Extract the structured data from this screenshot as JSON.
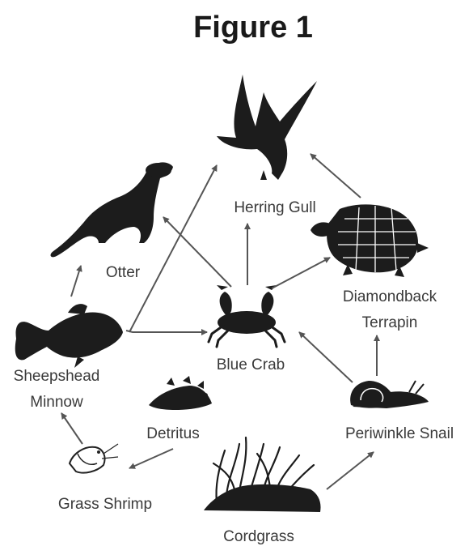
{
  "figure": {
    "title": "Figure 1"
  },
  "organisms": {
    "herring_gull": "Herring Gull",
    "otter": "Otter",
    "diamondback_terrapin_line1": "Diamondback",
    "diamondback_terrapin_line2": "Terrapin",
    "sheepshead_minnow_line1": "Sheepshead",
    "sheepshead_minnow_line2": "Minnow",
    "blue_crab": "Blue Crab",
    "detritus": "Detritus",
    "periwinkle_snail": "Periwinkle Snail",
    "grass_shrimp": "Grass Shrimp",
    "cordgrass": "Cordgrass"
  },
  "food_web_links": [
    {
      "from": "Cordgrass",
      "to": "Periwinkle Snail"
    },
    {
      "from": "Detritus",
      "to": "Grass Shrimp"
    },
    {
      "from": "Grass Shrimp",
      "to": "Sheepshead Minnow"
    },
    {
      "from": "Sheepshead Minnow",
      "to": "Otter"
    },
    {
      "from": "Sheepshead Minnow",
      "to": "Blue Crab"
    },
    {
      "from": "Sheepshead Minnow",
      "to": "Herring Gull"
    },
    {
      "from": "Blue Crab",
      "to": "Otter"
    },
    {
      "from": "Blue Crab",
      "to": "Herring Gull"
    },
    {
      "from": "Blue Crab",
      "to": "Diamondback Terrapin"
    },
    {
      "from": "Periwinkle Snail",
      "to": "Blue Crab"
    },
    {
      "from": "Periwinkle Snail",
      "to": "Diamondback Terrapin"
    },
    {
      "from": "Diamondback Terrapin",
      "to": "Herring Gull"
    }
  ]
}
